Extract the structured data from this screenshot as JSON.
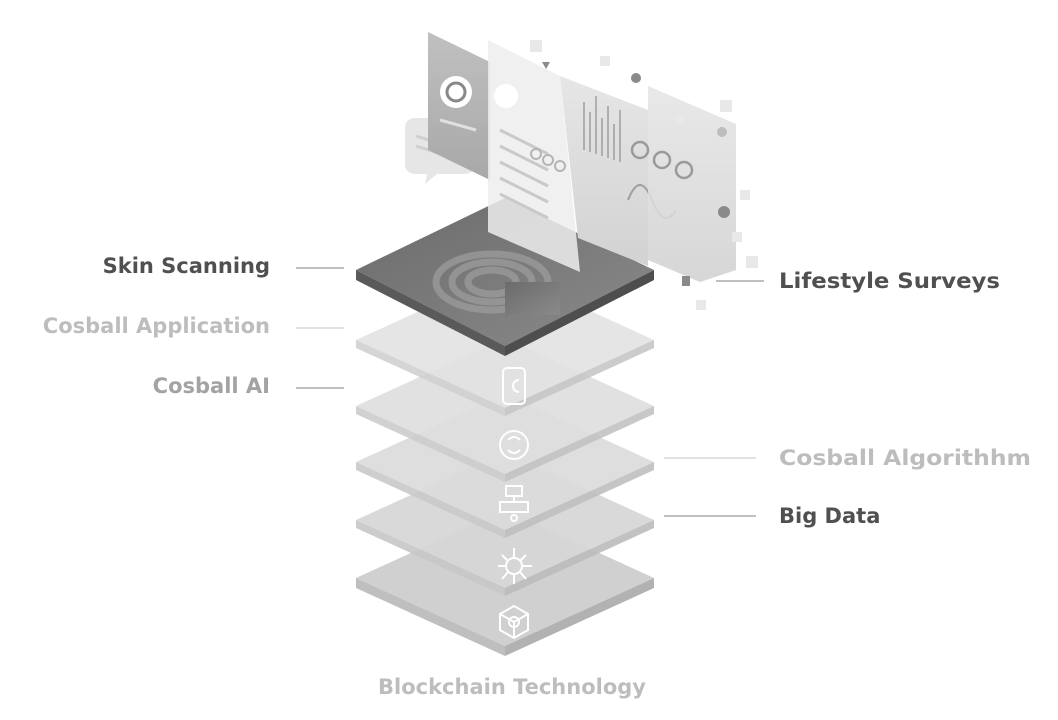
{
  "diagram": {
    "labels": {
      "skin_scanning": "Skin Scanning",
      "cosball_application": "Cosball Application",
      "cosball_ai": "Cosball AI",
      "lifestyle_surveys": "Lifestyle Surveys",
      "cosball_algorithm": "Cosball Algorithhm",
      "big_data": "Big Data",
      "blockchain_technology": "Blockchain Technology"
    },
    "layer_icons": [
      "cosball-logo-icon",
      "phone-icon",
      "brain-icon",
      "flowchart-icon",
      "network-hub-icon",
      "blockchain-cubes-icon"
    ],
    "colors": {
      "dark_text": "#505050",
      "light_text": "#bdbdbd",
      "mid_text": "#a3a3a3"
    }
  }
}
